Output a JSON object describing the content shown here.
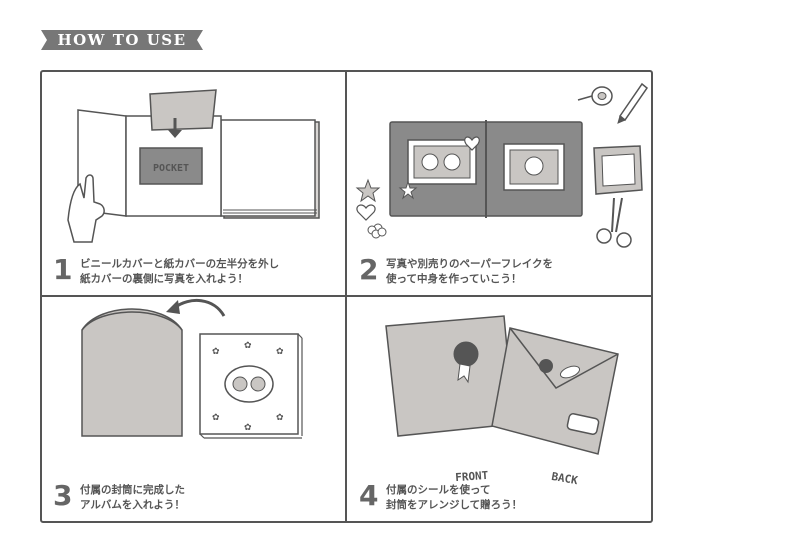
{
  "header": {
    "title": "HOW TO USE"
  },
  "steps": [
    {
      "number": "1",
      "line1": "ビニールカバーと紙カバーの左半分を外し",
      "line2": "紙カバーの裏側に写真を入れよう！",
      "illustration_label": "POCKET"
    },
    {
      "number": "2",
      "line1": "写真や別売りのペーパーフレイクを",
      "line2": "使って中身を作っていこう！"
    },
    {
      "number": "3",
      "line1": "付属の封筒に完成した",
      "line2": "アルバムを入れよう！"
    },
    {
      "number": "4",
      "line1": "付属のシールを使って",
      "line2": "封筒をアレンジして贈ろう！",
      "label_front": "FRONT",
      "label_back": "BACK"
    }
  ],
  "colors": {
    "border": "#555555",
    "fill_dark": "#8a8a8a",
    "fill_light": "#c9c6c3",
    "text": "#555555"
  }
}
